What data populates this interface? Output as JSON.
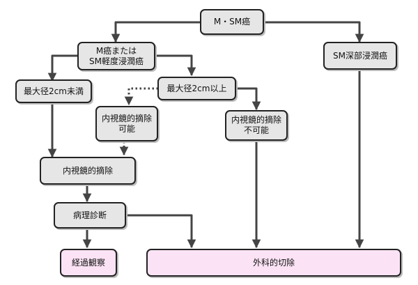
{
  "nodes": {
    "m_sm_cancer": "M・SM癌",
    "m_or_mild_sm": "M癌または\nSM軽度浸潤癌",
    "sm_deep": "SM深部浸潤癌",
    "max_under_2cm": "最大径2cm未満",
    "max_over_2cm": "最大径2cm以上",
    "endo_possible": "内視鏡的摘除\n可能",
    "endo_impossible": "内視鏡的摘除\n不可能",
    "endo_resection": "内視鏡的摘除",
    "pathology": "病理診断",
    "follow_up": "経過観察",
    "surgery": "外科的切除"
  },
  "colors": {
    "node_fill": "#e6e6e6",
    "outcome_fill": "#fbe3f5",
    "line": "#444444"
  }
}
